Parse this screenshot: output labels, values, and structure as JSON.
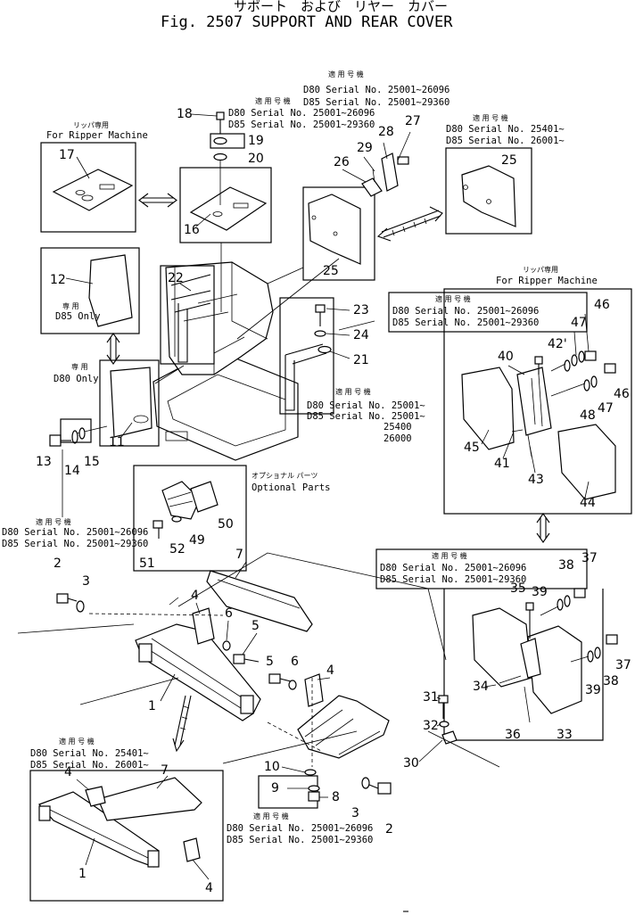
{
  "title": {
    "jp": "サポート　および　リヤー　カバー",
    "en": "Fig. 2507 SUPPORT AND REAR COVER"
  },
  "notes": {
    "ripper_left": {
      "jp": "リッパ専用",
      "en": "For Ripper Machine"
    },
    "d85_only": {
      "jp": "専 用",
      "en": "D85 Only"
    },
    "d80_only": {
      "jp": "専 用",
      "en": "D80 Only"
    },
    "top_serial": {
      "jp": "適 用 号 機",
      "l1": "D80 Serial No. 25001~26096",
      "l2": "D85 Serial No. 25001~29360"
    },
    "mid_serial": {
      "jp": "適 用 号 機",
      "l1": "D80 Serial No. 25001~26096",
      "l2": "D85 Serial No. 25001~29360"
    },
    "top_right_serial": {
      "jp": "適 用 号 機",
      "l1": "D80 Serial No. 25401~",
      "l2": "D85 Serial No. 26001~"
    },
    "ripper_right": {
      "jp": "リッパ専用",
      "en": "For Ripper Machine"
    },
    "right_box_serial": {
      "jp": "適 用 号 機",
      "l1": "D80 Serial No. 25001~26096",
      "l2": "D85 Serial No. 25001~29360"
    },
    "center_serial": {
      "jp": "適 用 号 機",
      "l1": "D80 Serial No. 25001~",
      "l2": "D85 Serial No. 25001~",
      "l3": "25400",
      "l4": "26000"
    },
    "optional": {
      "jp": "オプショナル パーツ",
      "en": "Optional Parts"
    },
    "left_serial": {
      "jp": "適 用 号 機",
      "l1": "D80 Serial No. 25001~26096",
      "l2": "D85 Serial No. 25001~29360"
    },
    "lower_right_serial": {
      "jp": "適 用 号 機",
      "l1": "D80 Serial No. 25001~26096",
      "l2": "D85 Serial No. 25001~29360"
    },
    "bottom_left_serial": {
      "jp": "適 用 号 機",
      "l1": "D80 Serial No. 25401~",
      "l2": "D85 Serial No. 26001~"
    },
    "bottom_center_serial": {
      "jp": "適 用 号 機",
      "l1": "D80 Serial No. 25001~26096",
      "l2": "D85 Serial No. 25001~29360"
    }
  },
  "callouts": {
    "c1a": "1",
    "c1b": "1",
    "c2a": "2",
    "c2b": "2",
    "c3a": "3",
    "c3b": "3",
    "c4a": "4",
    "c4b": "4",
    "c4c": "4",
    "c4d": "4",
    "c5a": "5",
    "c5b": "5",
    "c6a": "6",
    "c6b": "6",
    "c7a": "7",
    "c7b": "7",
    "c8": "8",
    "c9": "9",
    "c10": "10",
    "c11": "11",
    "c12": "12",
    "c13": "13",
    "c14": "14",
    "c15": "15",
    "c16": "16",
    "c17": "17",
    "c18": "18",
    "c19": "19",
    "c20": "20",
    "c21": "21",
    "c22": "22",
    "c23": "23",
    "c24": "24",
    "c25a": "25",
    "c25b": "25",
    "c26": "26",
    "c27": "27",
    "c28": "28",
    "c29": "29",
    "c30": "30",
    "c31": "31",
    "c32": "32",
    "c33": "33",
    "c34": "34",
    "c35": "35",
    "c36": "36",
    "c37a": "37",
    "c37b": "37",
    "c38a": "38",
    "c38b": "38",
    "c39a": "39",
    "c39b": "39",
    "c40": "40",
    "c41": "41",
    "c42": "42'",
    "c43": "43",
    "c44": "44",
    "c45": "45",
    "c46a": "46",
    "c46b": "46",
    "c47a": "47",
    "c47b": "47",
    "c48": "48",
    "c49": "49",
    "c50": "50",
    "c51": "51",
    "c52": "52"
  }
}
